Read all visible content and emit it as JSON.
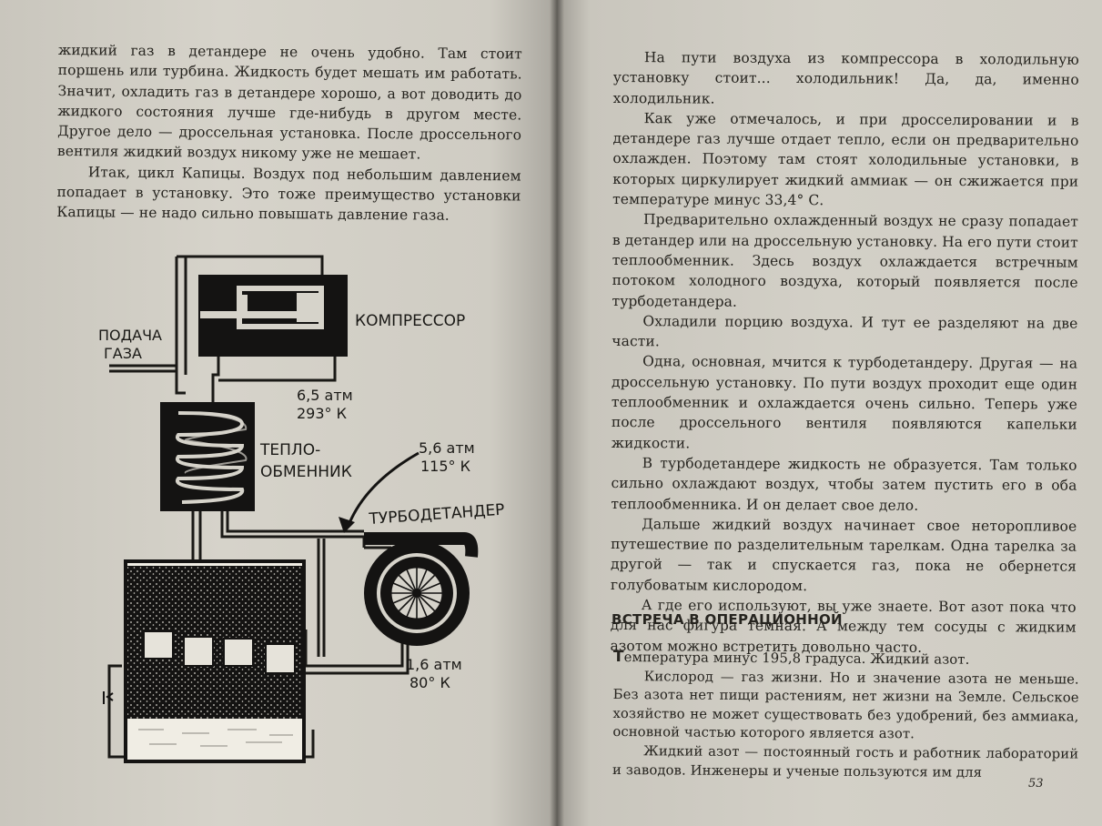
{
  "left_page": {
    "paragraphs": [
      "жидкий газ в детандере не очень удобно. Там стоит поршень или турбина. Жидкость будет мешать им работать. Значит, охладить газ в детандере хорошо, а вот доводить до жидкого состояния лучше где-нибудь в другом месте. Другое дело — дроссельная установка. После дроссельного вентиля жидкий воздух никому уже не мешает.",
      "Итак, цикл Капицы. Воздух под небольшим давлением попадает в установку. Это тоже преимущество установки Капицы — не надо сильно повышать давление газа."
    ],
    "diagram": {
      "labels": {
        "compressor": "КОМПРЕССОР",
        "gas_supply_1": "ПОДАЧА",
        "gas_supply_2": "ГАЗА",
        "heat_exchanger_1": "ТЕПЛО-",
        "heat_exchanger_2": "ОБМЕННИК",
        "turbo_expander": "ТУРБОДЕТАНДЕР",
        "p1": "6,5 атм",
        "t1": "293° К",
        "p2": "5,6 атм",
        "t2": "115° К",
        "p3": "1,6 атм",
        "t3": "80° К"
      }
    }
  },
  "right_page": {
    "paragraphs": [
      "На пути воздуха из компрессора в холодильную установку стоит... холодильник! Да, да, именно холодильник.",
      "Как уже отмечалось, и при дросселировании и в детандере газ лучше отдает тепло, если он предварительно охлажден. Поэтому там стоят холодильные установки, в которых циркулирует жидкий аммиак — он сжижается при температуре минус 33,4° С.",
      "Предварительно охлажденный воздух не сразу попадает в детандер или на дроссельную установку. На его пути стоит теплообменник. Здесь воздух охлаждается встречным потоком холодного воздуха, который появляется после турбодетандера.",
      "Охладили порцию воздуха. И тут ее разделяют на две части.",
      "Одна, основная, мчится к турбодетандеру. Другая — на дроссельную установку. По пути воздух проходит еще один теплообменник и охлаждается очень сильно. Теперь уже после дроссельного вентиля появляются капельки жидкости.",
      "В турбодетандере жидкость не образуется. Там только сильно охлаждают воздух, чтобы затем пустить его в оба теплообменника. И он делает свое дело.",
      "Дальше жидкий воздух начинает свое неторопливое путешествие по разделительным тарелкам. Одна тарелка за другой — так и спускается газ, пока не обернется голубоватым кислородом.",
      "А где его используют, вы уже знаете. Вот азот пока что для нас фигура темная. А между тем сосуды с жидким азотом можно встретить довольно часто."
    ],
    "section_heading": "ВСТРЕЧА В ОПЕРАЦИОННОЙ",
    "section_initial": "Т",
    "section_first_line": "емпература минус 195,8 градуса. Жидкий азот.",
    "section_paragraphs": [
      "Кислород — газ жизни. Но и значение азота не меньше. Без азота нет пищи растениям, нет жизни на Земле. Сельское хозяйство не может существовать без удобрений, без аммиака, основной частью которого является азот.",
      "Жидкий азот — постоянный гость и работник лабораторий и заводов. Инженеры и ученые пользуются им для"
    ],
    "page_number": "53"
  }
}
